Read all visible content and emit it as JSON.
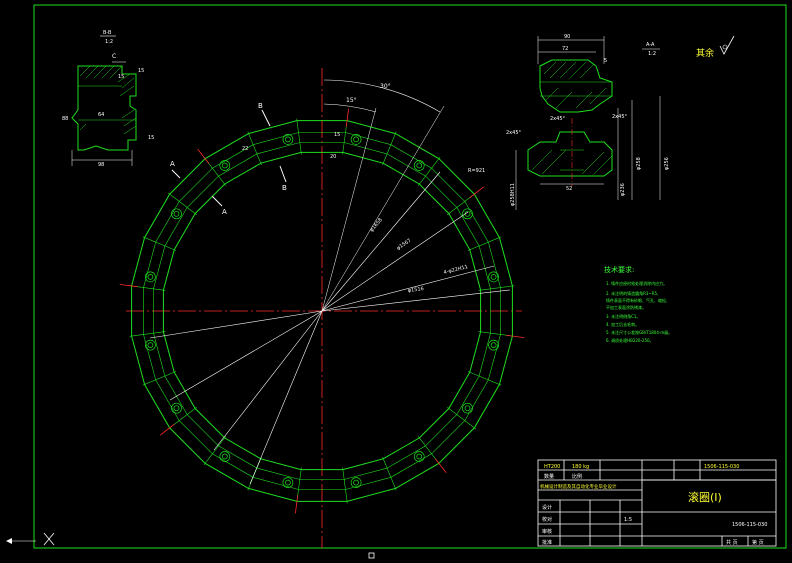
{
  "colors": {
    "background": "#000000",
    "outline": "#1fe01f",
    "dimension": "#ffffff",
    "centerline": "#ff2a2a",
    "notes": "#39ff39",
    "title_text": "#ffff33"
  },
  "section_bb": {
    "label": "B-B",
    "scale": "1:2",
    "mark": "C",
    "dims": [
      "15",
      "15",
      "64",
      "88",
      "98",
      "15"
    ]
  },
  "section_aa": {
    "label": "A-A",
    "scale": "1:2",
    "dims": [
      "90",
      "72",
      "5",
      "2x45°",
      "2x45°",
      "2x45°",
      "52",
      "φ236",
      "φ258",
      "φ258H11",
      "φ256"
    ]
  },
  "surface_note": "其余",
  "main_view": {
    "labels": [
      "B",
      "B",
      "A",
      "A"
    ],
    "angles": [
      "30°",
      "15°"
    ],
    "dims": [
      "15",
      "20",
      "22",
      "R=921",
      "φ1658",
      "φ1567",
      "4-φ22H11",
      "φ1516"
    ]
  },
  "tech_requirements": {
    "title": "技术要求:",
    "items": [
      "1. 铸件应经时效处理消除内应力。",
      "2. 未注明的铸造圆角R3~R5,",
      "   铸件表面不得有砂眼、气孔、缩松,",
      "   不加工表面涂防锈漆。",
      "3. 未注明倒角C1。",
      "4. 加工后去毛刺。",
      "5. 未注尺寸公差按GB/T1804-m级。",
      "6. 调质处理HB220-250。"
    ]
  },
  "title_block": {
    "material": "HT200",
    "weight": "180 kg",
    "quantity_label": "数量",
    "scale_label": "比例",
    "drawing_no": "1506-115-030",
    "part_name": "滚圈(I)",
    "school": "机械设计制造及其自动化专业毕业设计",
    "rows": [
      "设计",
      "校对",
      "审核",
      "批准"
    ],
    "scale_value": "1:5",
    "footer": [
      "共 页",
      "第 页"
    ]
  }
}
